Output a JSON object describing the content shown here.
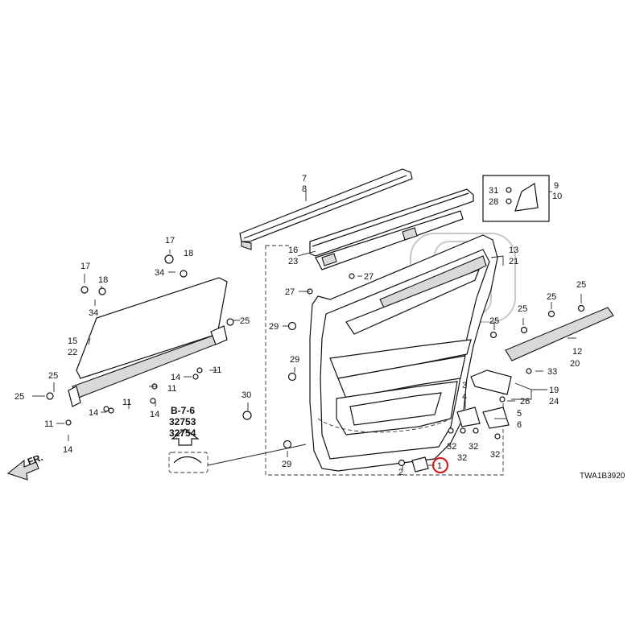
{
  "callouts": {
    "c1": "1",
    "c2": "2",
    "c3": "3",
    "c4": "4",
    "c5": "5",
    "c6": "6",
    "c7": "7",
    "c8": "8",
    "c9": "9",
    "c10": "10",
    "c11": "11",
    "c12": "12",
    "c13": "13",
    "c14": "14",
    "c15": "15",
    "c16": "16",
    "c17": "17",
    "c18": "18",
    "c19": "19",
    "c20": "20",
    "c21": "21",
    "c22": "22",
    "c23": "23",
    "c24": "24",
    "c25": "25",
    "c26": "26",
    "c27": "27",
    "c28": "28",
    "c29": "29",
    "c30": "30",
    "c31": "31",
    "c32": "32",
    "c33": "33",
    "c34": "34"
  },
  "reference": {
    "section": "B-7-6",
    "part_a": "32753",
    "part_b": "32754"
  },
  "direction_label": "FR.",
  "diagram_code": "TWA1B3920",
  "highlight_color": "#e01010"
}
